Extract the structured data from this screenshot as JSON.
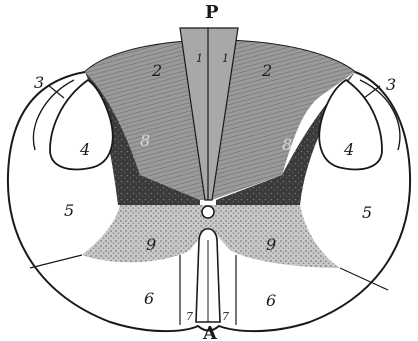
{
  "labels": {
    "posterior": "P",
    "anterior": "A",
    "region_1_left": "1",
    "region_1_right": "1",
    "region_2_left": "2",
    "region_2_right": "2",
    "region_3_left": "3",
    "region_3_right": "3",
    "region_4_left": "4",
    "region_4_right": "4",
    "region_5_left": "5",
    "region_5_right": "5",
    "region_6_left": "6",
    "region_6_right": "6",
    "region_7_left": "7",
    "region_7_right": "7",
    "region_8_left": "8",
    "region_8_right": "8",
    "region_9_left": "9",
    "region_9_right": "9"
  },
  "colors": {
    "outline": "#1a1a1a",
    "posterior_columns_shade": "#8c8c8c",
    "median_wedge_shade": "#a6a6a6",
    "lateral_dark_shade": "#3d3d3d",
    "anterior_stipple_shade": "#b8b8b8",
    "background": "#ffffff"
  }
}
